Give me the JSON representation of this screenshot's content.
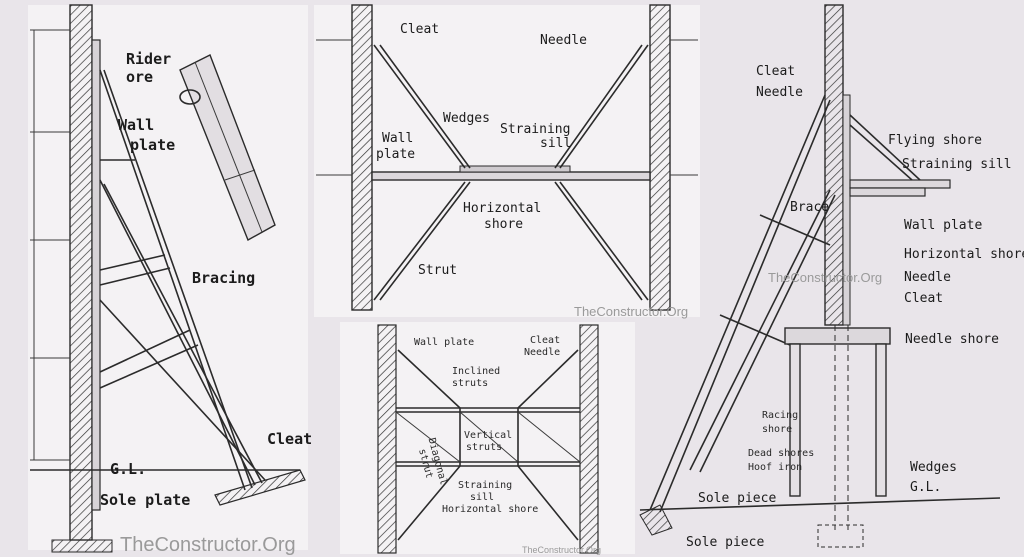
{
  "figure_a": {
    "labels": {
      "rider_shore": "Rider\nore",
      "wall_plate": "Wall\nplate",
      "bracing": "Bracing",
      "cleat": "Cleat",
      "gl": "G.L.",
      "sole_plate": "Sole plate"
    }
  },
  "figure_b": {
    "labels": {
      "cleat": "Cleat",
      "needle": "Needle",
      "wedges": "Wedges",
      "wall_plate": "Wall\nplate",
      "straining_sill": "Straining\nsill",
      "horizontal_shore": "Horizontal\nshore",
      "strut": "Strut"
    }
  },
  "figure_c": {
    "labels": {
      "wall_plate": "Wall plate",
      "cleat_needle": "Cleat\nNeedle",
      "inclined_struts": "Inclined\nstruts",
      "vertical_struts": "Vertical\nstruts",
      "diagonal_strut": "Diagonal\nstrut",
      "straining_sill": "Straining\nsill",
      "horizontal_shore": "Horizontal  shore"
    }
  },
  "figure_d": {
    "labels": {
      "cleat": "Cleat",
      "needle": "Needle",
      "flying_shore": "Flying shore",
      "straining_sill": "Straining sill",
      "brace": "Brace",
      "wall_plate": "Wall plate",
      "horizontal_shore": "Horizontal shore",
      "needle2": "Needle",
      "cleat2": "Cleat",
      "needle_shore": "Needle shore",
      "racing_shore": "Racing\nshore",
      "dead_shores": "Dead shores",
      "hoof_iron": "Hoof iron",
      "wedges": "Wedges",
      "gl": "G.L.",
      "sole_piece": "Sole piece",
      "sole_piece2": "Sole piece"
    }
  },
  "watermarks": {
    "main": "TheConstructor.Org",
    "middle": "TheConstructor.Org",
    "right": "TheConstructor.Org",
    "bottom": "TheConstructor.Org"
  }
}
